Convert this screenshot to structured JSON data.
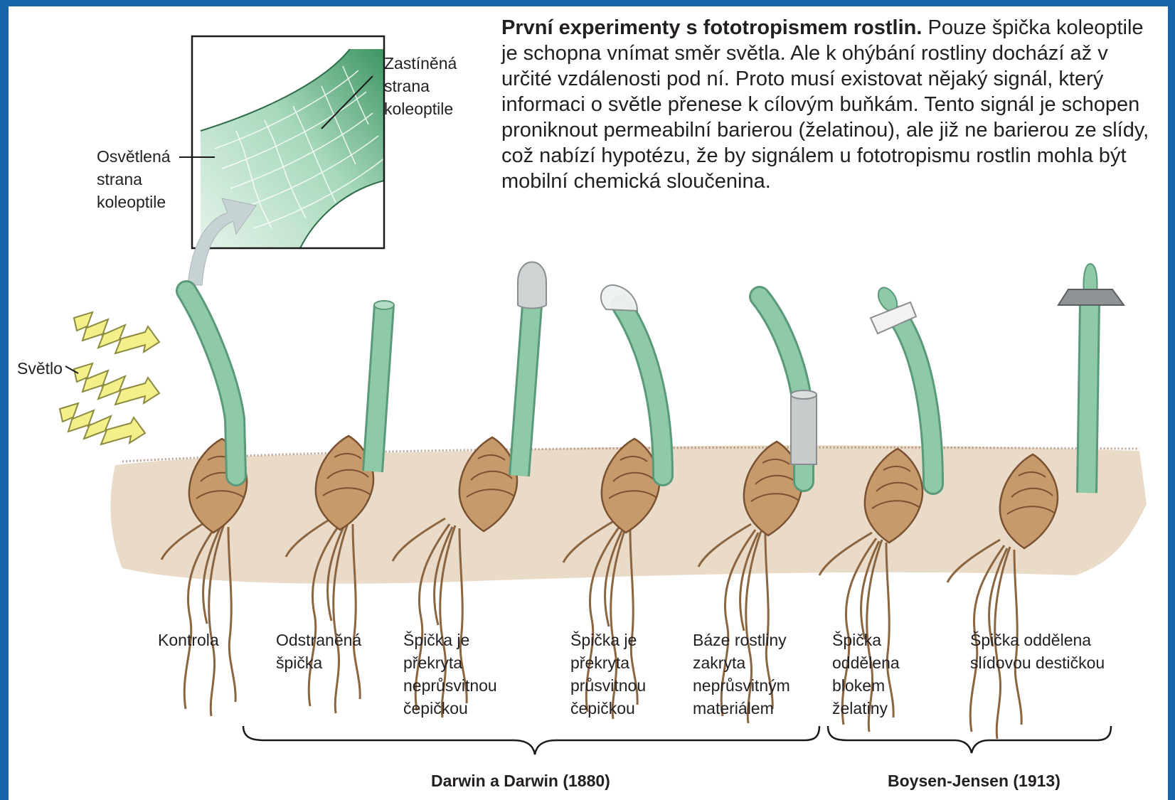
{
  "caption": {
    "title": "První experimenty s fototropismem rostlin.",
    "body": "Pouze špička koleoptile je schopna vnímat směr světla. Ale k ohýbání rostliny dochází až v určité vzdálenosti pod ní. Proto musí existovat nějaký signál, který informaci o světle přenese k cílovým buňkám. Tento signál je schopen proniknout permeabilní barierou (želatinou), ale již ne barierou ze slídy, což nabízí hypotézu, že by signálem u fototropismu rostlin mohla být mobilní chemická sloučenina."
  },
  "inset": {
    "shaded": [
      "Zastíněná",
      "strana",
      "koleoptile"
    ],
    "lit": [
      "Osvětlená",
      "strana",
      "koleoptile"
    ]
  },
  "light_label": "Světlo",
  "plants": [
    {
      "lines": [
        "Kontrola"
      ]
    },
    {
      "lines": [
        "Odstraněná",
        "špička"
      ]
    },
    {
      "lines": [
        "Špička je",
        "překryta",
        "neprůsvitnou",
        "čepičkou"
      ]
    },
    {
      "lines": [
        "Špička je",
        "překryta",
        "průsvitnou",
        "čepičkou"
      ]
    },
    {
      "lines": [
        "Báze rostliny",
        "zakryta",
        "neprůsvitným",
        "materiálem"
      ]
    },
    {
      "lines": [
        "Špička",
        "oddělena",
        "blokem",
        "želatiny"
      ]
    },
    {
      "lines": [
        "Špička oddělena",
        "slídovou destičkou"
      ]
    }
  ],
  "groups": [
    {
      "label": "Darwin a Darwin (1880)"
    },
    {
      "label": "Boysen-Jensen (1913)"
    }
  ],
  "colors": {
    "stem": "#8ec9a8",
    "stem_edge": "#5a9a7a",
    "soil": "#eadbc9",
    "seed": "#c79a6c",
    "root": "#8a6540",
    "light": "#f3f08a",
    "cells_light": "#cfe9d9",
    "cells_dark": "#3e9563",
    "frame_bg": "#1565a8"
  }
}
